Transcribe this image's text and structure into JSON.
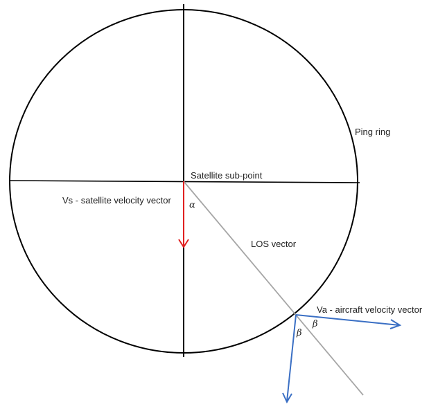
{
  "labels": {
    "ping_ring": "Ping ring",
    "sub_point": "Satellite sub-point",
    "vs": "Vs - satellite velocity vector",
    "alpha": "α",
    "los": "LOS vector",
    "va": "Va - aircraft velocity vector",
    "beta_1": "β",
    "beta_2": "β"
  },
  "colors": {
    "ring": "#000000",
    "axes": "#000000",
    "satellite_velocity": "#e02020",
    "los": "#a6a6a6",
    "aircraft_velocity": "#3a6fc4"
  }
}
